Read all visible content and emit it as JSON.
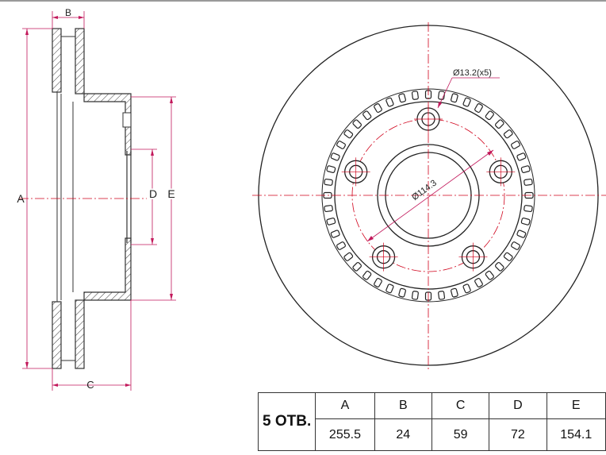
{
  "dimension_letters": {
    "a": "A",
    "b": "B",
    "c": "C",
    "d": "D",
    "e": "E"
  },
  "bolt_hole_callout": "Ø13.2(x5)",
  "pcd_callout": "Ø114.3",
  "spec_table": {
    "holes_label": "5 ОТВ.",
    "headers": [
      "A",
      "B",
      "C",
      "D",
      "E"
    ],
    "values": [
      "255.5",
      "24",
      "59",
      "72",
      "154.1"
    ]
  },
  "colors": {
    "line": "#333333",
    "centerline": "#d0021b",
    "dim_line": "#c2185b"
  },
  "disc": {
    "bolt_count": 5,
    "tone_ring_teeth": 48
  }
}
